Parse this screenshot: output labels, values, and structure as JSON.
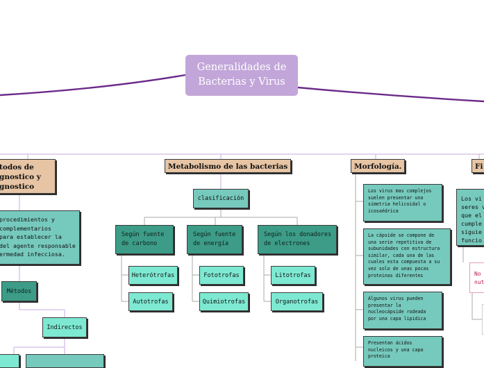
{
  "root": {
    "line1": "Generalidades de",
    "line2": "Bacterias y Virus"
  },
  "branches": {
    "diagnostico": {
      "line1": "todos de",
      "line2": "gnostico y",
      "line3": "gnostico"
    },
    "diagnostico_desc": {
      "line1": "procedimientos y",
      "line2": "complementarios",
      "line3": "para establecer la",
      "line4": "del agente responsable",
      "line5": "ermedad infecciosa."
    },
    "metodos": "Métodos",
    "indirectos": "Indirectos",
    "metabolismo": "Metabolismo de las bacterias",
    "clasificacion": "clasificación",
    "segun_carbono": {
      "line1": "Según fuente",
      "line2": "de carbono"
    },
    "segun_energia": {
      "line1": "Según fuente",
      "line2": "de energía"
    },
    "segun_donadores": {
      "line1": "Según los donadores",
      "line2": "de electrones"
    },
    "heterotrofas": "Heterótrofas",
    "autotrofas": "Autotrofas",
    "fototrofas": "Fototrofas",
    "quimiotrofas": "Quimiotrofas",
    "litotrofas": "Litotrofas",
    "organotrofas": "Organotrofas",
    "morfologia": "Morfología.",
    "morf_1": {
      "line1": "Los virus mas complejos",
      "line2": "suelen presentar una",
      "line3": "simetria helicoidal o",
      "line4": "icosaédrica"
    },
    "morf_2": {
      "line1": "La cápside se compone de",
      "line2": "una serie repetitiva de",
      "line3": "subunidades con estructura",
      "line4": "similar, cada una de las",
      "line5": "cuales esta compuesta a su",
      "line6": "vez solo de unas pocas",
      "line7": "proteinas diferentes"
    },
    "morf_3": {
      "line1": "Algunos virus pueden",
      "line2": "presentar la",
      "line3": "nucleocápside rodeada",
      "line4": "por una capa lipídica"
    },
    "morf_4": {
      "line1": "Presentan ácidos",
      "line2": "nucleicos y una capa",
      "line3": "proteica"
    },
    "fi_header": "Fi",
    "fi_desc": {
      "line1": "Los vi",
      "line2": "seres v",
      "line3": "que el",
      "line4": "cumple",
      "line5": "siguie",
      "line6": "funcio"
    },
    "pink_note": {
      "line1": "No",
      "line2": "nut"
    }
  },
  "colors": {
    "root": "#c2a6d9",
    "connector": "#6b2a8a",
    "header": "#e6c4a4",
    "teal": "#76c9bd",
    "dark_teal": "#3c9c87",
    "mint": "#7ee9d2",
    "pink_text": "#c0144a"
  }
}
